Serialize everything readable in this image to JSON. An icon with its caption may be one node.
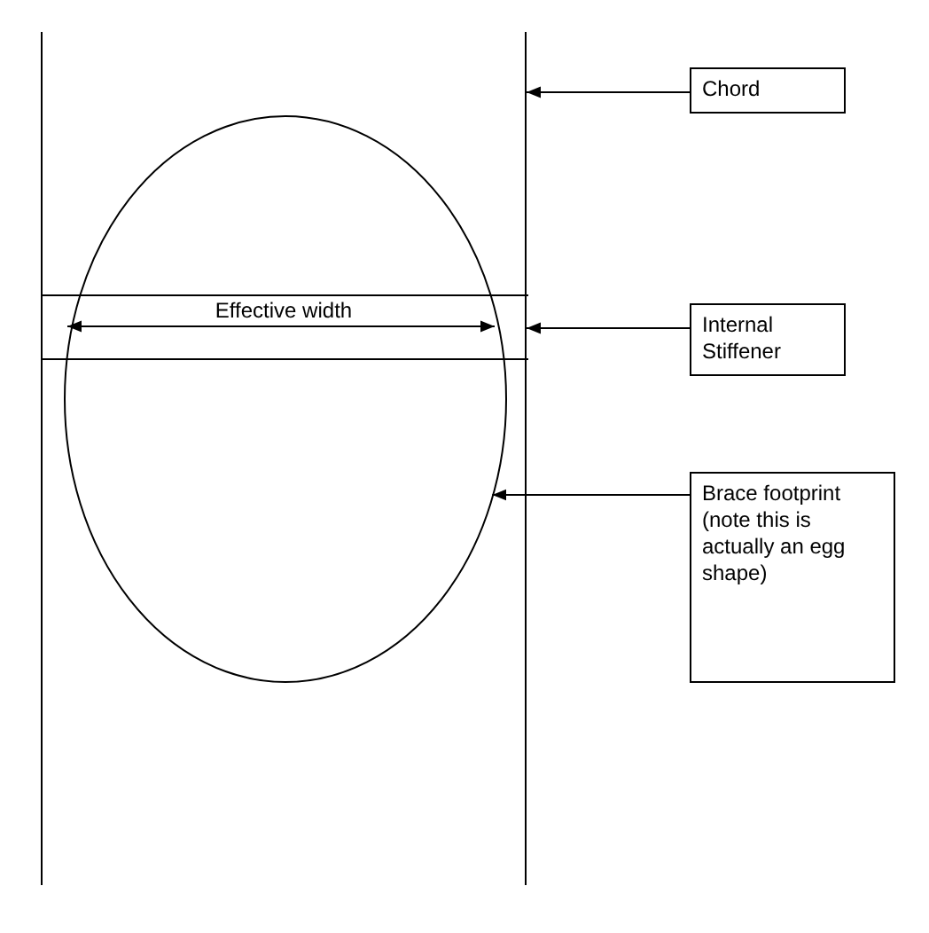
{
  "diagram": {
    "nodes": [
      {
        "text": [
          "Chord"
        ]
      },
      {
        "text": [
          "Internal Stiffener"
        ]
      },
      {
        "text": [
          "Brace footprint (note this is actually an egg shape)"
        ]
      },
      {
        "text": [],
        "shape": "box"
      },
      {
        "text": [],
        "shape": "bar",
        "in": 3
      },
      {
        "text": [],
        "shape": "circle",
        "in": 3
      }
    ],
    "edges": [
      {
        "from": 0,
        "to": 3,
        "arrow": "to"
      },
      {
        "from": 1,
        "to": 4,
        "arrow": "to"
      },
      {
        "from": 2,
        "to": 5,
        "arrow": "to"
      }
    ],
    "labels": [
      "Effective width"
    ]
  }
}
